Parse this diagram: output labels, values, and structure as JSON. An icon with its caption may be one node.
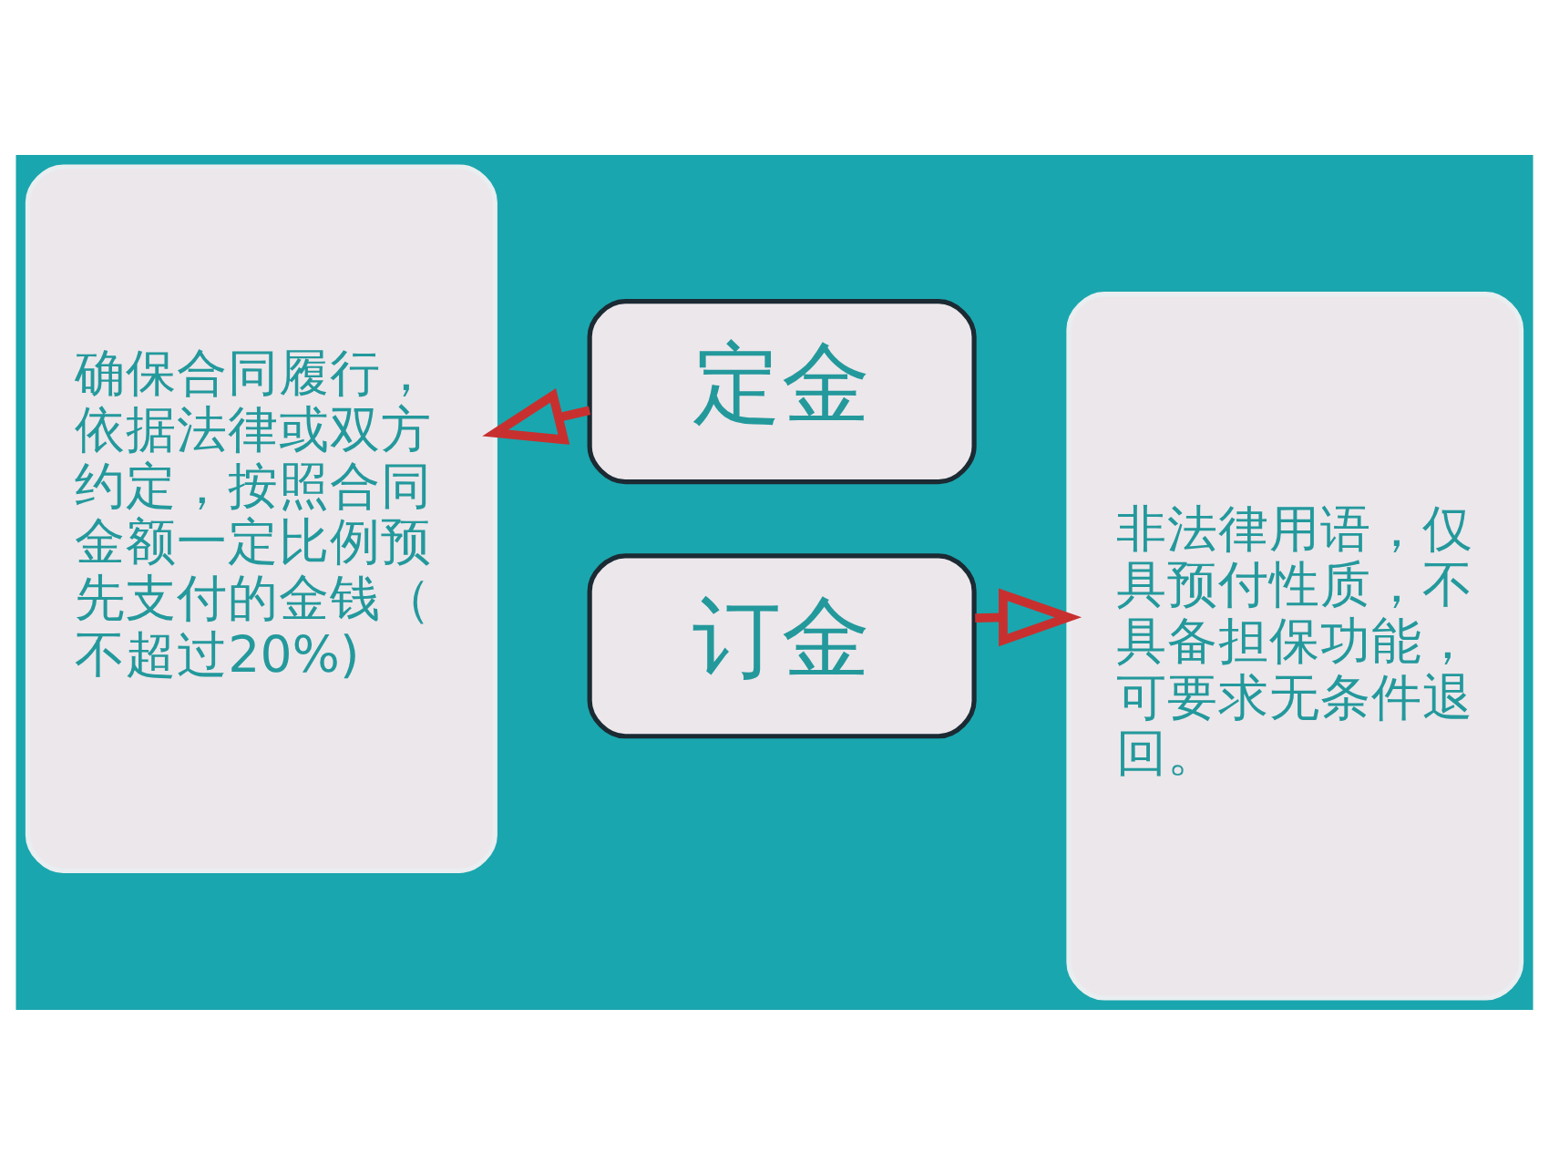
{
  "diagram": {
    "nodes": [
      {
        "text": [
          "确保合同履行，依据法律或双方约定，按照合同金额一定比例预先支付的金钱（不超过20%)"
        ]
      },
      {
        "text": [
          "定金"
        ]
      },
      {
        "text": [
          "订金"
        ]
      },
      {
        "text": [
          "非法律用语，仅具预付性质，不具备担保功能，可要求无条件退回。"
        ]
      }
    ],
    "edges": [
      {
        "from": 1,
        "to": 0,
        "arrow": "to"
      },
      {
        "from": 2,
        "to": 3,
        "arrow": "to"
      }
    ]
  }
}
